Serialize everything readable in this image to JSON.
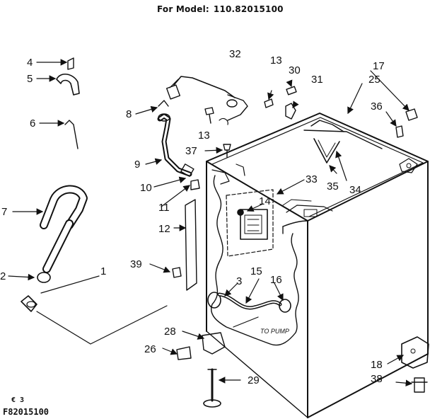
{
  "header": {
    "prefix": "For Model:",
    "model": "110.82015100"
  },
  "callouts": {
    "c1": "1",
    "c2": "2",
    "c3": "3",
    "c4": "4",
    "c5": "5",
    "c6": "6",
    "c7": "7",
    "c8": "8",
    "c9": "9",
    "c10": "10",
    "c11": "11",
    "c12": "12",
    "c13a": "13",
    "c13b": "13",
    "c14": "14",
    "c15": "15",
    "c16": "16",
    "c17": "17",
    "c18": "18",
    "c25": "25",
    "c26": "26",
    "c28": "28",
    "c29": "29",
    "c30": "30",
    "c31": "31",
    "c32": "32",
    "c33": "33",
    "c34": "34",
    "c35": "35",
    "c36": "36",
    "c37": "37",
    "c38": "38",
    "c39": "39"
  },
  "annotations": {
    "pump": "TO PUMP"
  },
  "footer": {
    "marks": [
      "€",
      "3"
    ],
    "code": "F82015100"
  },
  "colors": {
    "ink": "#111111",
    "paper": "#ffffff"
  }
}
